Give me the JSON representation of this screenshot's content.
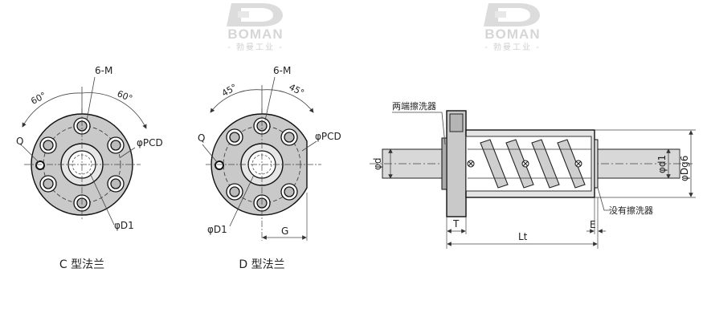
{
  "watermark": {
    "brand": "BOMAN",
    "subtitle": "- 勃曼工业 -"
  },
  "c_flange": {
    "caption": "C 型法兰",
    "labels": {
      "bolt_holes": "6-M",
      "angle_left": "60°",
      "angle_right": "60°",
      "q": "Q",
      "pcd": "φPCD",
      "d1": "φD1"
    }
  },
  "d_flange": {
    "caption": "D 型法兰",
    "labels": {
      "bolt_holes": "6-M",
      "angle_left": "45°",
      "angle_right": "45°",
      "q": "Q",
      "pcd": "φPCD",
      "d1": "φD1",
      "g": "G"
    }
  },
  "side_view": {
    "labels": {
      "wiper_both": "两端擦洗器",
      "wiper_none": "没有擦洗器",
      "d": "φd",
      "d1": "φd1",
      "dg6": "φDg6",
      "t": "T",
      "lt": "Lt",
      "e": "E"
    }
  }
}
